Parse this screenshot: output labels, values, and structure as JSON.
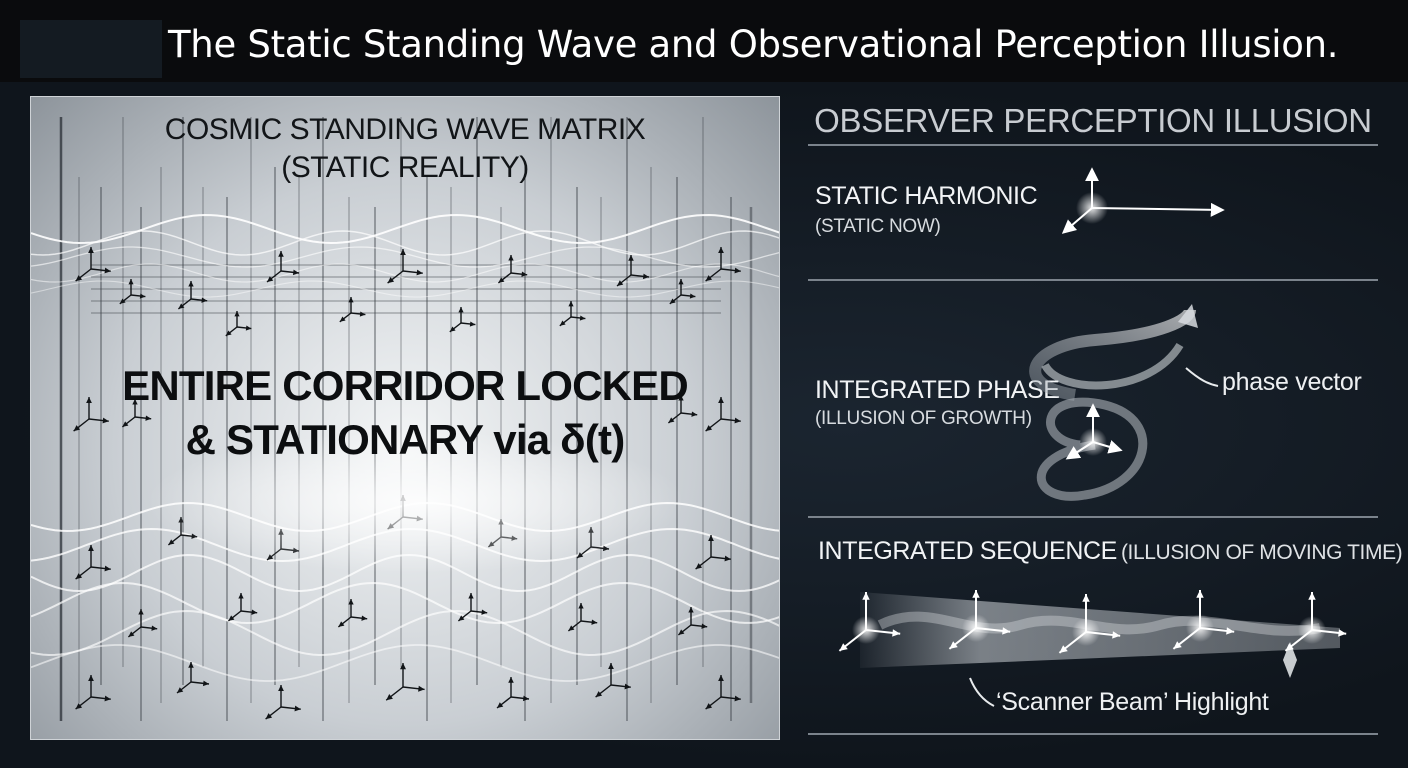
{
  "title": "The Static Standing Wave and Observational Perception Illusion.",
  "left_panel": {
    "title_line1": "COSMIC STANDING WAVE MATRIX",
    "title_line2": "(STATIC REALITY)",
    "center_line1": "ENTIRE CORRIDOR LOCKED",
    "center_line2": "& STATIONARY via δ(t)"
  },
  "right_panel": {
    "heading": "OBSERVER PERCEPTION ILLUSION",
    "static_harmonic": {
      "label": "STATIC HARMONIC",
      "sublabel": "(STATIC NOW)"
    },
    "integrated_phase": {
      "label": "INTEGRATED PHASE",
      "sublabel": "(ILLUSION OF GROWTH)",
      "annotation": "phase vector"
    },
    "integrated_sequence": {
      "label": "INTEGRATED SEQUENCE",
      "sublabel": "(ILLUSION OF MOVING TIME)",
      "annotation": "‘Scanner Beam’ Highlight"
    }
  },
  "colors": {
    "background": "#0f151c",
    "title_bar": "#0a0b0d",
    "panel_light": "#f4f6f7",
    "ink": "#0c0e10"
  }
}
